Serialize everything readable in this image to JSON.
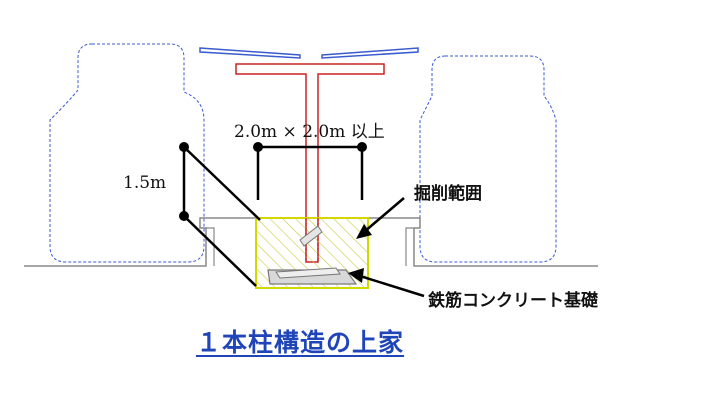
{
  "labels": {
    "area_size": "2.0m × 2.0m 以上",
    "height": "1.5m",
    "excavation_range": "掘削範囲",
    "rebar_foundation": "鉄筋コンクリート基礎",
    "title": "１本柱構造の上家"
  },
  "colors": {
    "vehicle_outline": "#3a5bd0",
    "roof_panel": "#3a5bd0",
    "roof_frame": "#cc2222",
    "excavation_box": "#d6d600",
    "hatch": "#c8cc40",
    "foundation_fill": "#d8d8d8",
    "title": "#1f45b8"
  }
}
